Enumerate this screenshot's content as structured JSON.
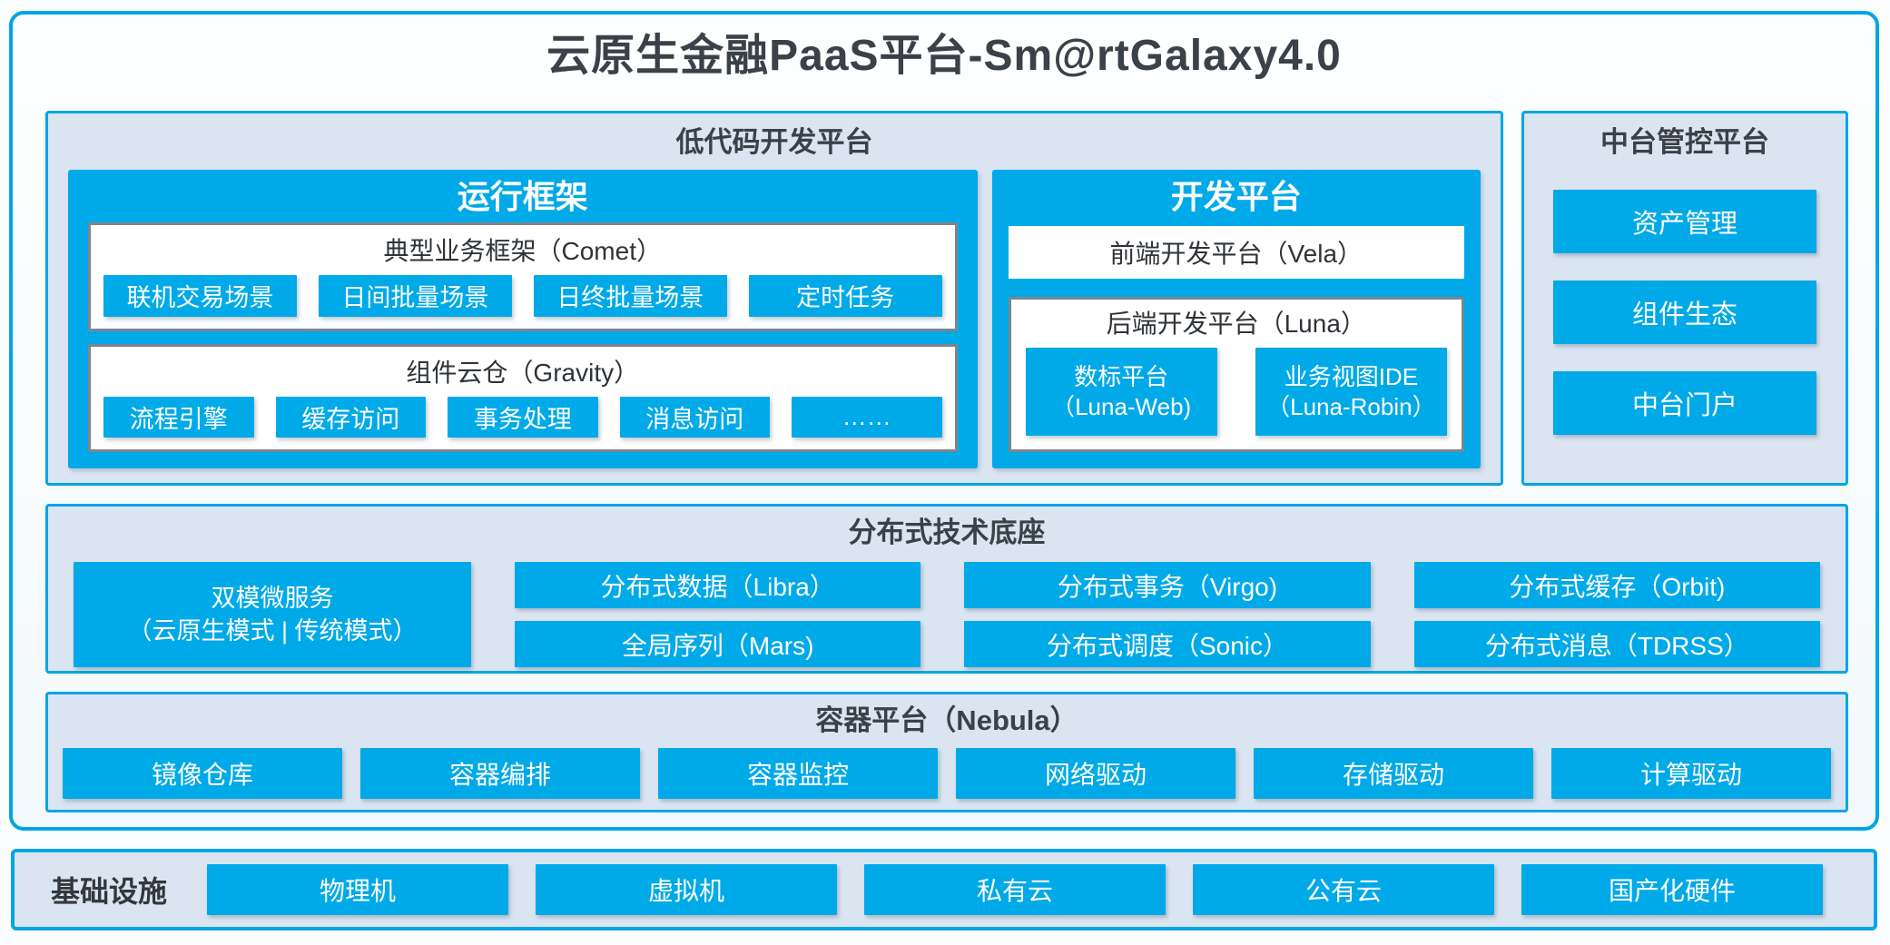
{
  "title": "云原生金融PaaS平台-Sm@rtGalaxy4.0",
  "colors": {
    "accent_cyan": "#00a9e7",
    "panel_background": "#dbe5f1",
    "frame_border": "#00a6e4",
    "white_box_border": "#7c868e",
    "dark_text": "#3b4148",
    "button_text": "#ffffff"
  },
  "lowcode": {
    "title": "低代码开发平台",
    "runtime": {
      "title": "运行框架",
      "comet": {
        "title": "典型业务框架（Comet）",
        "items": [
          "联机交易场景",
          "日间批量场景",
          "日终批量场景",
          "定时任务"
        ]
      },
      "gravity": {
        "title": "组件云仓（Gravity）",
        "items": [
          "流程引擎",
          "缓存访问",
          "事务处理",
          "消息访问",
          "……"
        ]
      }
    },
    "devplat": {
      "title": "开发平台",
      "vela": "前端开发平台（Vela）",
      "luna": {
        "title": "后端开发平台（Luna）",
        "items": [
          {
            "line1": "数标平台",
            "line2": "（Luna-Web)"
          },
          {
            "line1": "业务视图IDE",
            "line2": "（Luna-Robin）"
          }
        ]
      }
    }
  },
  "midplat": {
    "title": "中台管控平台",
    "items": [
      "资产管理",
      "组件生态",
      "中台门户"
    ]
  },
  "distributed": {
    "title": "分布式技术底座",
    "dual": {
      "line1": "双模微服务",
      "line2": "（云原生模式 | 传统模式）"
    },
    "grid": [
      [
        "分布式数据（Libra）",
        "全局序列（Mars)"
      ],
      [
        "分布式事务（Virgo)",
        "分布式调度（Sonic）"
      ],
      [
        "分布式缓存（Orbit)",
        "分布式消息（TDRSS）"
      ]
    ]
  },
  "container": {
    "title": "容器平台（Nebula）",
    "items": [
      "镜像仓库",
      "容器编排",
      "容器监控",
      "网络驱动",
      "存储驱动",
      "计算驱动"
    ]
  },
  "infrastructure": {
    "title": "基础设施",
    "items": [
      "物理机",
      "虚拟机",
      "私有云",
      "公有云",
      "国产化硬件"
    ]
  }
}
